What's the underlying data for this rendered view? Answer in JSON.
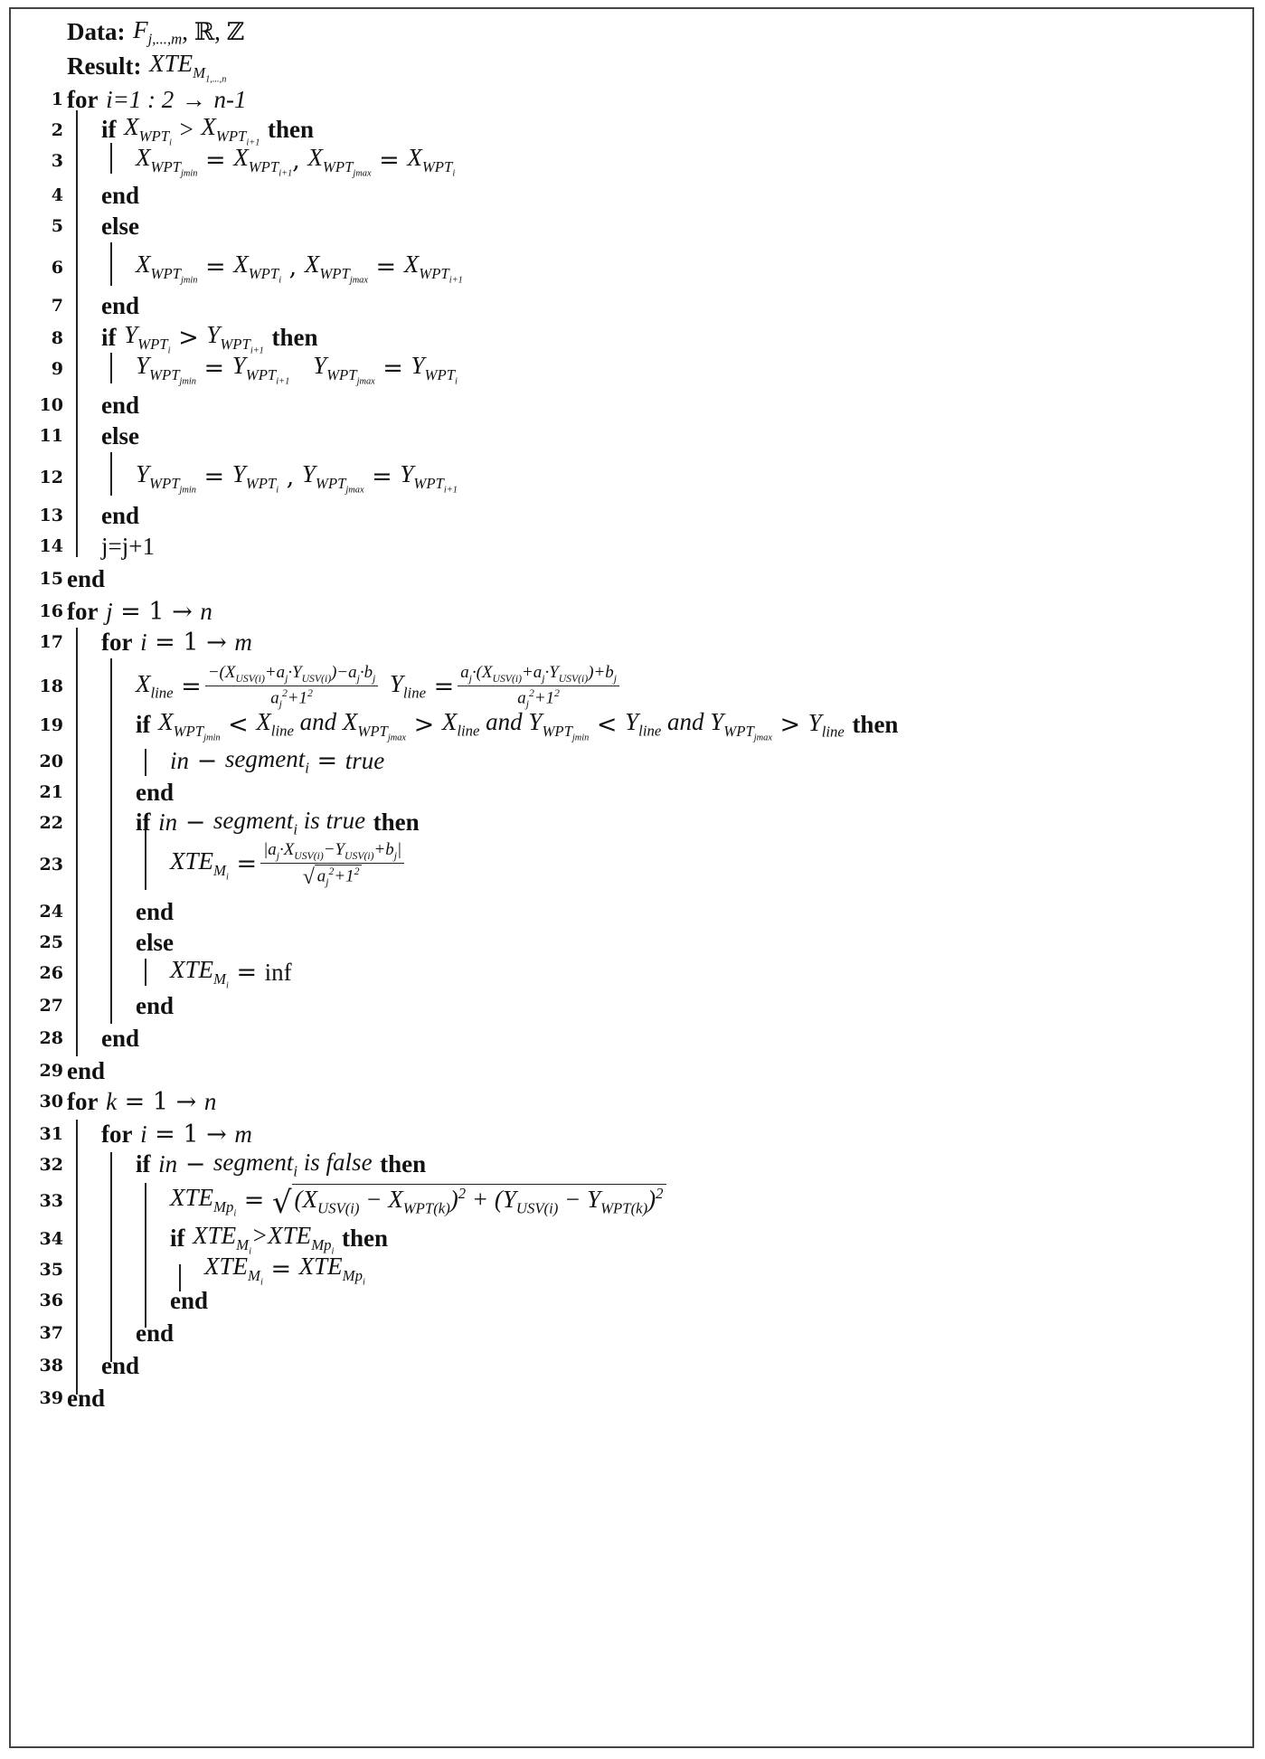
{
  "header": {
    "data_label": "Data:",
    "data_value": "F_{j,...,m}, ℝ, ℤ",
    "result_label": "Result:",
    "result_value": "XTE_{M_{1,...,n}}"
  },
  "lines": [
    {
      "n": "1",
      "text": "for i=1 : 2 → n-1"
    },
    {
      "n": "2",
      "text": "if X_{WPT_i} > X_{WPT_{i+1}} then"
    },
    {
      "n": "3",
      "text": "X_{WPT_{jmin}} = X_{WPT_{i+1}}, X_{WPT_{jmax}} = X_{WPT_i}"
    },
    {
      "n": "4",
      "text": "end"
    },
    {
      "n": "5",
      "text": "else"
    },
    {
      "n": "6",
      "text": "X_{WPT_{jmin}} = X_{WPT_i} , X_{WPT_{jmax}} = X_{WPT_{i+1}}"
    },
    {
      "n": "7",
      "text": "end"
    },
    {
      "n": "8",
      "text": "if Y_{WPT_i} > Y_{WPT_{i+1}} then"
    },
    {
      "n": "9",
      "text": "Y_{WPT_{jmin}} = Y_{WPT_{i+1}} Y_{WPT_{jmax}} = Y_{WPT_i}"
    },
    {
      "n": "10",
      "text": "end"
    },
    {
      "n": "11",
      "text": "else"
    },
    {
      "n": "12",
      "text": "Y_{WPT_{jmin}} = Y_{WPT_i} , Y_{WPT_{jmax}} = Y_{WPT_{i+1}}"
    },
    {
      "n": "13",
      "text": "end"
    },
    {
      "n": "14",
      "text": "j=j+1"
    },
    {
      "n": "15",
      "text": "end"
    },
    {
      "n": "16",
      "text": "for j = 1 → n"
    },
    {
      "n": "17",
      "text": "for i = 1 → m"
    },
    {
      "n": "18",
      "text": "X_line = (−(X_{USV(i)} + a_j·Y_{USV(i)}) − a_j·b_j)/(a_j^2+1^2) Y_line = (a_j·(X_{USV(i)} + a_j·Y_{USV(i)}) + b_j)/(a_j^2+1^2)"
    },
    {
      "n": "19",
      "text": "if X_{WPT_{jmin}} < X_line and X_{WPT_{jmax}} > X_line and Y_{WPT_{jmin}} < Y_line and Y_{WPT_{jmax}} > Y_line then"
    },
    {
      "n": "20",
      "text": "in − segment_i = true"
    },
    {
      "n": "21",
      "text": "end"
    },
    {
      "n": "22",
      "text": "if in − segment_i is true then"
    },
    {
      "n": "23",
      "text": "XTE_{M_i} = |a_j·X_{USV(i)} − Y_{USV(i)} + b_j| / √(a_j^2+1^2)"
    },
    {
      "n": "24",
      "text": "end"
    },
    {
      "n": "25",
      "text": "else"
    },
    {
      "n": "26",
      "text": "XTE_{M_i} = inf"
    },
    {
      "n": "27",
      "text": "end"
    },
    {
      "n": "28",
      "text": "end"
    },
    {
      "n": "29",
      "text": "end"
    },
    {
      "n": "30",
      "text": "for k = 1 → n"
    },
    {
      "n": "31",
      "text": "for i = 1 → m"
    },
    {
      "n": "32",
      "text": "if in − segment_i is false then"
    },
    {
      "n": "33",
      "text": "XTE_{Mp_i} = √((X_{USV(i)} − X_{WPT(k)})^2 + (Y_{USV(i)} − Y_{WPT(k)})^2)"
    },
    {
      "n": "34",
      "text": "if XTE_{M_i}>XTE_{Mp_i} then"
    },
    {
      "n": "35",
      "text": "XTE_{M_i} = XTE_{Mp_i}"
    },
    {
      "n": "36",
      "text": "end"
    },
    {
      "n": "37",
      "text": "end"
    },
    {
      "n": "38",
      "text": "end"
    },
    {
      "n": "39",
      "text": "end"
    }
  ]
}
